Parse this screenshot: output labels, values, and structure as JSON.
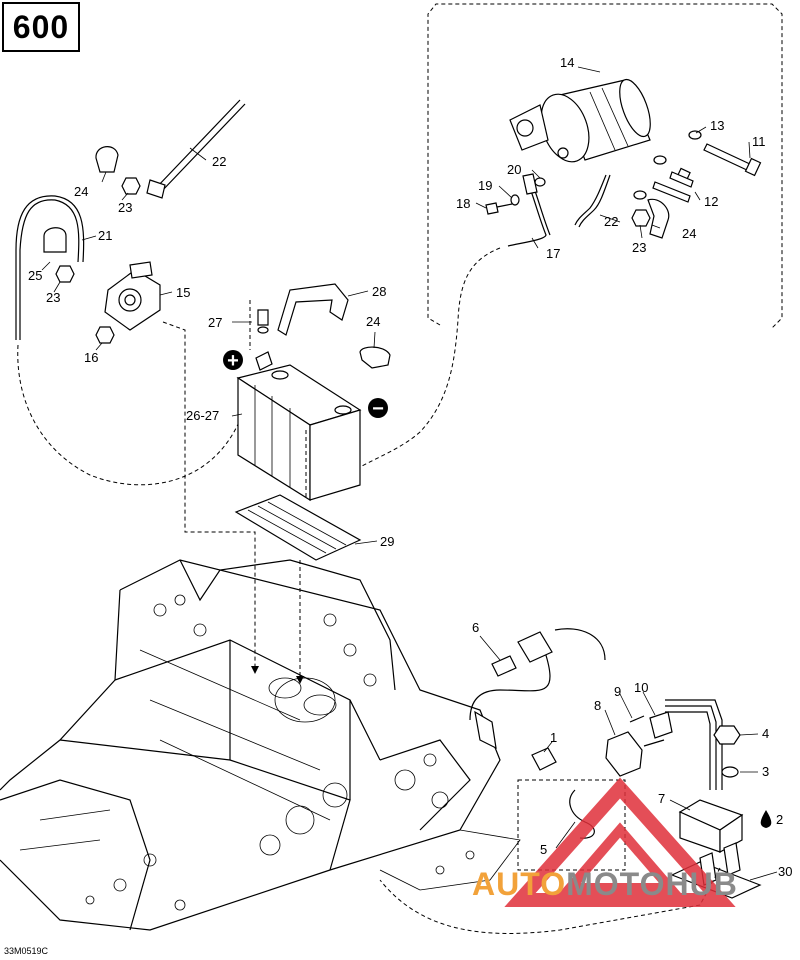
{
  "model_number": "600",
  "reference_code": "33M0519C",
  "callouts": {
    "c1": "1",
    "c2": "2",
    "c3": "3",
    "c4": "4",
    "c5": "5",
    "c6": "6",
    "c7": "7",
    "c8": "8",
    "c9": "9",
    "c10": "10",
    "c11": "11",
    "c12": "12",
    "c13": "13",
    "c14": "14",
    "c15": "15",
    "c16": "16",
    "c17": "17",
    "c18": "18",
    "c19": "19",
    "c20": "20",
    "c21": "21",
    "c22a": "22",
    "c22b": "22",
    "c23a": "23",
    "c23b": "23",
    "c23c": "23",
    "c24a": "24",
    "c24b": "24",
    "c24c": "24",
    "c25": "25",
    "c26_27": "26-27",
    "c27": "27",
    "c28": "28",
    "c29": "29",
    "c30": "30"
  },
  "battery": {
    "plus_symbol": "+",
    "minus_symbol": "−"
  },
  "watermark": {
    "auto": "AUTO",
    "moto": "MOTO",
    "hub": "HUB",
    "color_orange": "#f2a23a",
    "color_red": "#e0303a",
    "color_gray": "#8a8a8a"
  }
}
